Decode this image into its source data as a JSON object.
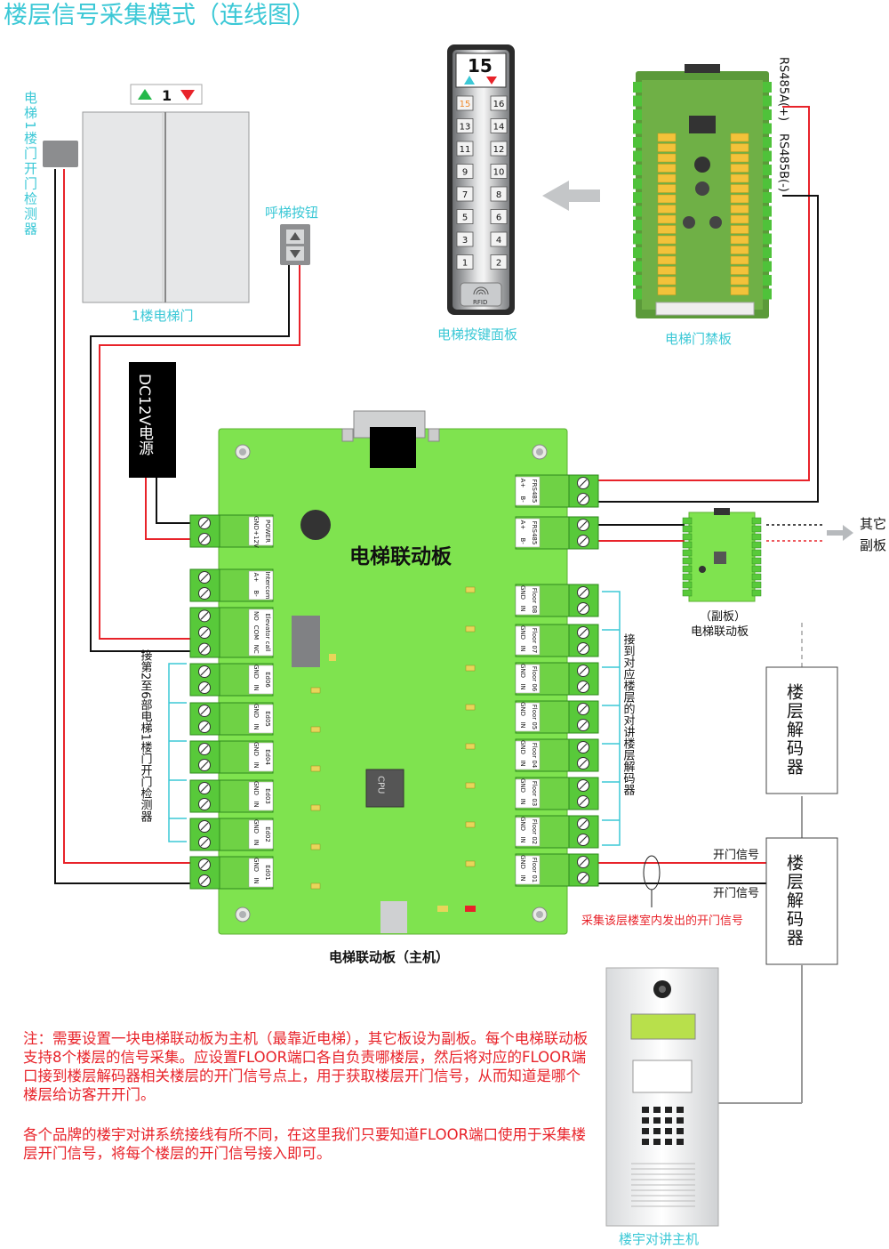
{
  "title": "楼层信号采集模式（连线图）",
  "labels": {
    "door_detector": "电梯1楼门开门检测器",
    "floor_door": "1楼电梯门",
    "call_button": "呼梯按钮",
    "panel": "电梯按键面板",
    "access_board": "电梯门禁板",
    "rs485a": "RS485A(+)",
    "rs485b": "RS485B(-)",
    "psu": "DC12V电源",
    "main_board_title": "电梯联动板",
    "main_board_caption": "电梯联动板（主机）",
    "sub_board": "（副板）",
    "sub_board2": "电梯联动板",
    "other_sub": "其它",
    "other_sub2": "副板",
    "decoder": "楼层解码器",
    "open_signal": "开门信号",
    "capture_note": "采集该层楼室内发出的开门信号",
    "left_note": "接第2至6部电梯1楼门开门检测器",
    "right_note": "接到对应楼层的对讲楼层解码器",
    "intercom_host": "楼宇对讲主机",
    "cpu": "CPU",
    "rfid": "RFID",
    "display_floor": "15",
    "door_floor": "1"
  },
  "left_ports": [
    {
      "name": "POWER",
      "pins": [
        "GND",
        "+12V"
      ]
    },
    {
      "name": "Intercom",
      "pins": [
        "A+",
        "B-"
      ]
    },
    {
      "name": "Elevator call",
      "pins": [
        "NO",
        "COM",
        "NC"
      ]
    },
    {
      "name": "Ed06",
      "pins": [
        "GND",
        "IN"
      ]
    },
    {
      "name": "Ed05",
      "pins": [
        "GND",
        "IN"
      ]
    },
    {
      "name": "Ed04",
      "pins": [
        "GND",
        "IN"
      ]
    },
    {
      "name": "Ed03",
      "pins": [
        "GND",
        "IN"
      ]
    },
    {
      "name": "Ed02",
      "pins": [
        "GND",
        "IN"
      ]
    },
    {
      "name": "Ed01",
      "pins": [
        "GND",
        "IN"
      ]
    }
  ],
  "right_ports": [
    {
      "name": "FRS485",
      "pins": [
        "A+",
        "B-"
      ]
    },
    {
      "name": "FRS485",
      "pins": [
        "A+",
        "B-"
      ]
    },
    {
      "name": "Floor 08",
      "pins": [
        "GND",
        "IN"
      ]
    },
    {
      "name": "Floor 07",
      "pins": [
        "GND",
        "IN"
      ]
    },
    {
      "name": "Floor 06",
      "pins": [
        "GND",
        "IN"
      ]
    },
    {
      "name": "Floor 05",
      "pins": [
        "GND",
        "IN"
      ]
    },
    {
      "name": "Floor 04",
      "pins": [
        "GND",
        "IN"
      ]
    },
    {
      "name": "Floor 03",
      "pins": [
        "GND",
        "IN"
      ]
    },
    {
      "name": "Floor 02",
      "pins": [
        "GND",
        "IN"
      ]
    },
    {
      "name": "Floor 01",
      "pins": [
        "GND",
        "IN"
      ]
    }
  ],
  "panel_keys": [
    [
      "15",
      "16"
    ],
    [
      "13",
      "14"
    ],
    [
      "11",
      "12"
    ],
    [
      "9",
      "10"
    ],
    [
      "7",
      "8"
    ],
    [
      "5",
      "6"
    ],
    [
      "3",
      "4"
    ],
    [
      "1",
      "2"
    ]
  ],
  "notes": [
    "注：需要设置一块电梯联动板为主机（最靠近电梯），其它板设为副板。每个电梯联动板支持8个楼层的信号采集。应设置FLOOR端口各自负责哪楼层，然后将对应的FLOOR端口接到楼层解码器相关楼层的开门信号点上，用于获取楼层开门信号，从而知道是哪个楼层给访客开开门。",
    "各个品牌的楼宇对讲系统接线有所不同，在这里我们只要知道FLOOR端口使用于采集楼层开门信号，将每个楼层的开门信号接入即可。"
  ],
  "colors": {
    "board": "#7fe34f",
    "connector": "#58c93a",
    "accent": "#3bc8d6",
    "wire_red": "#e8232a"
  }
}
